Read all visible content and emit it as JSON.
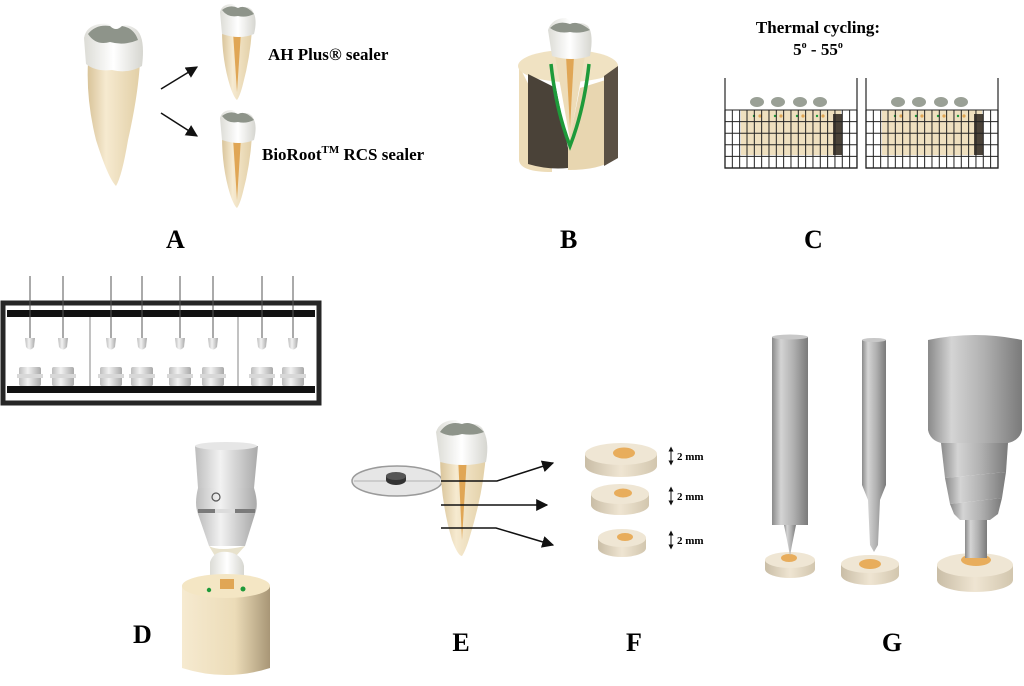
{
  "figure": {
    "description": "Schematic of experimental workflow for root canal sealer push-out bond strength testing",
    "panels": [
      {
        "id": "A",
        "letter": "A",
        "content": "Extracted tooth divided into two sealer groups"
      },
      {
        "id": "B",
        "letter": "B",
        "content": "Tooth sectioned and embedded in cylinder with sealer (green)"
      },
      {
        "id": "C",
        "letter": "C",
        "content": "Thermal cycling baths"
      },
      {
        "id": "D",
        "letter": "D",
        "content": "Mechanical loading / chewing simulator"
      },
      {
        "id": "E",
        "letter": "E",
        "content": "Sectioning with diamond disc"
      },
      {
        "id": "F",
        "letter": "F",
        "content": "Three root slices of 2 mm each"
      },
      {
        "id": "G",
        "letter": "G",
        "content": "Push-out test plungers on slices"
      }
    ]
  },
  "panel_a": {
    "group_labels": [
      {
        "name": "AH Plus",
        "mark": "®",
        "suffix": " sealer"
      },
      {
        "name": "BioRoot",
        "mark": "TM",
        "suffix": " RCS sealer"
      }
    ]
  },
  "panel_c": {
    "title_line1": "Thermal cycling:",
    "temp_low": "5",
    "temp_high": "55",
    "degree_mark": "o",
    "separator": " - ",
    "bath_count": 2,
    "teeth_per_bath": 4
  },
  "panel_d": {
    "stations": 8
  },
  "panel_f": {
    "slices": [
      {
        "thickness_label": "2 mm"
      },
      {
        "thickness_label": "2 mm"
      },
      {
        "thickness_label": "2 mm"
      }
    ]
  },
  "panel_g": {
    "plunger_count": 3
  },
  "colors": {
    "dentin": "#eddcb8",
    "enamel": "#f2f2ee",
    "crown_occlusal": "#8e948a",
    "canal_filling": "#e0a655",
    "sealer_green": "#1e9a3a",
    "cylinder": "#efe0bf",
    "cylinder_shadow": "#4a4238",
    "metal": "#b5b5b5",
    "slice": "#ede3d0",
    "slice_core": "#e8ad5c",
    "frame": "#262626"
  }
}
